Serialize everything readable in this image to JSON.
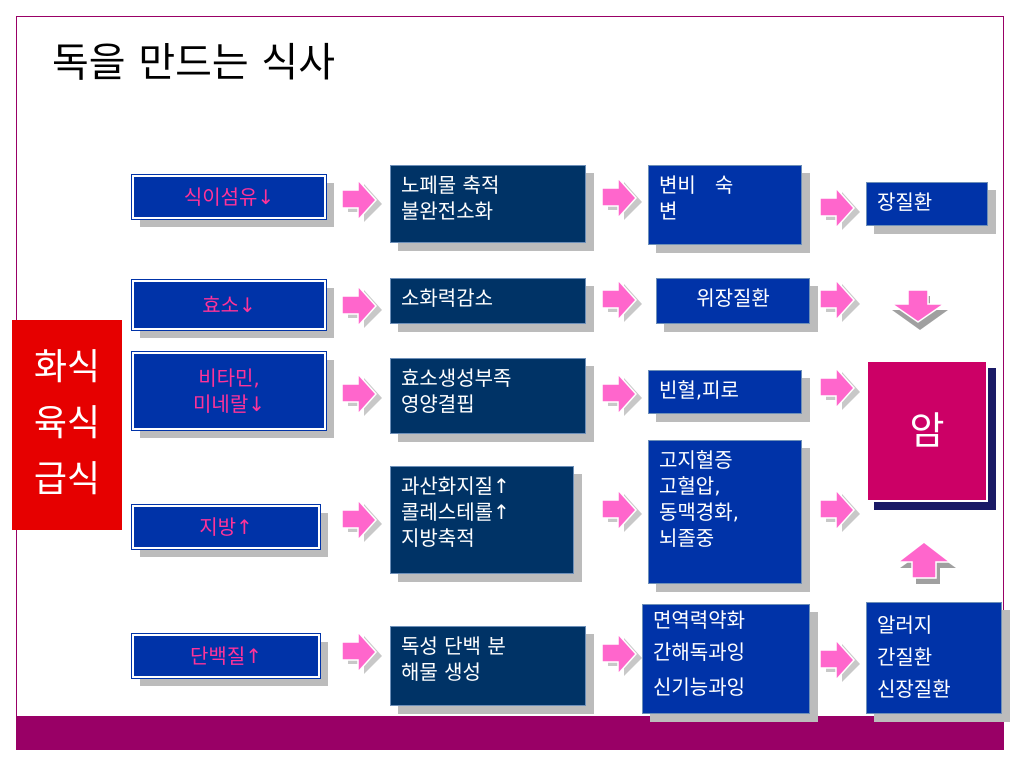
{
  "title": "독을 만드는 식사",
  "colors": {
    "accent": "#990066",
    "box_dark": "#003366",
    "box_blue": "#0033a8",
    "pink": "#ff3399",
    "red": "#e60000",
    "cancer": "#cc0066"
  },
  "diet": [
    "화식",
    "육식",
    "급식"
  ],
  "rows": [
    {
      "cause": [
        "식이섬유↓"
      ],
      "effect": [
        "노페물 축적",
        "불완전소화"
      ],
      "symptom": [
        "변비   숙",
        "변"
      ],
      "disease": [
        "장질환"
      ]
    },
    {
      "cause": [
        "효소↓"
      ],
      "effect": [
        "소화력감소"
      ],
      "symptom": [
        "위장질환"
      ]
    },
    {
      "cause": [
        "비타민,",
        "미네랄↓"
      ],
      "effect": [
        "효소생성부족",
        "영양결핍"
      ],
      "symptom": [
        "빈혈,피로"
      ]
    },
    {
      "cause": [
        "지방↑"
      ],
      "effect": [
        "과산화지질↑",
        "콜레스테롤↑",
        "지방축적"
      ],
      "symptom": [
        "고지혈증",
        "고혈압,",
        "동맥경화,",
        "뇌졸중"
      ]
    },
    {
      "cause": [
        "단백질↑"
      ],
      "effect": [
        "독성 단백 분",
        "해물 생성"
      ],
      "symptom": [
        "면역력약화",
        "간해독과잉",
        "신기능과잉"
      ],
      "disease": [
        "알러지",
        "간질환",
        "신장질환"
      ]
    }
  ],
  "outcome": "암",
  "icons": {
    "right_arrow": "pink-right-arrow-icon",
    "down_arrow": "pink-down-arrow-icon",
    "up_arrow": "pink-up-arrow-icon"
  }
}
